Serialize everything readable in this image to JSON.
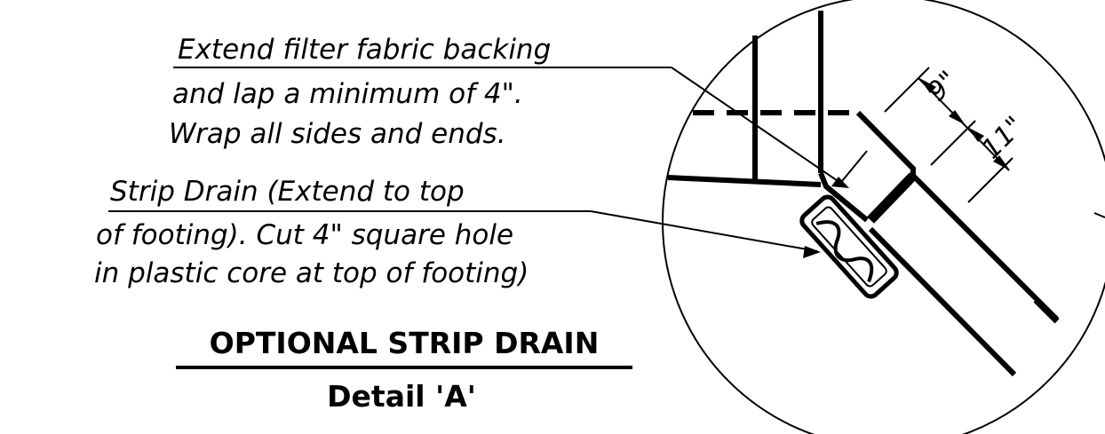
{
  "notes": {
    "filter_fabric": {
      "line1": "Extend filter fabric backing",
      "line2": "and lap a minimum of 4\".",
      "line3": "Wrap all sides and ends."
    },
    "strip_drain": {
      "line1": "Strip Drain (Extend to top",
      "line2": "of footing). Cut 4\" square hole",
      "line3": "in plastic core at top of footing)"
    }
  },
  "dimensions": {
    "upper": "9\"",
    "lower": "11\""
  },
  "title": {
    "main": "OPTIONAL STRIP DRAIN",
    "detail": "Detail 'A'"
  }
}
